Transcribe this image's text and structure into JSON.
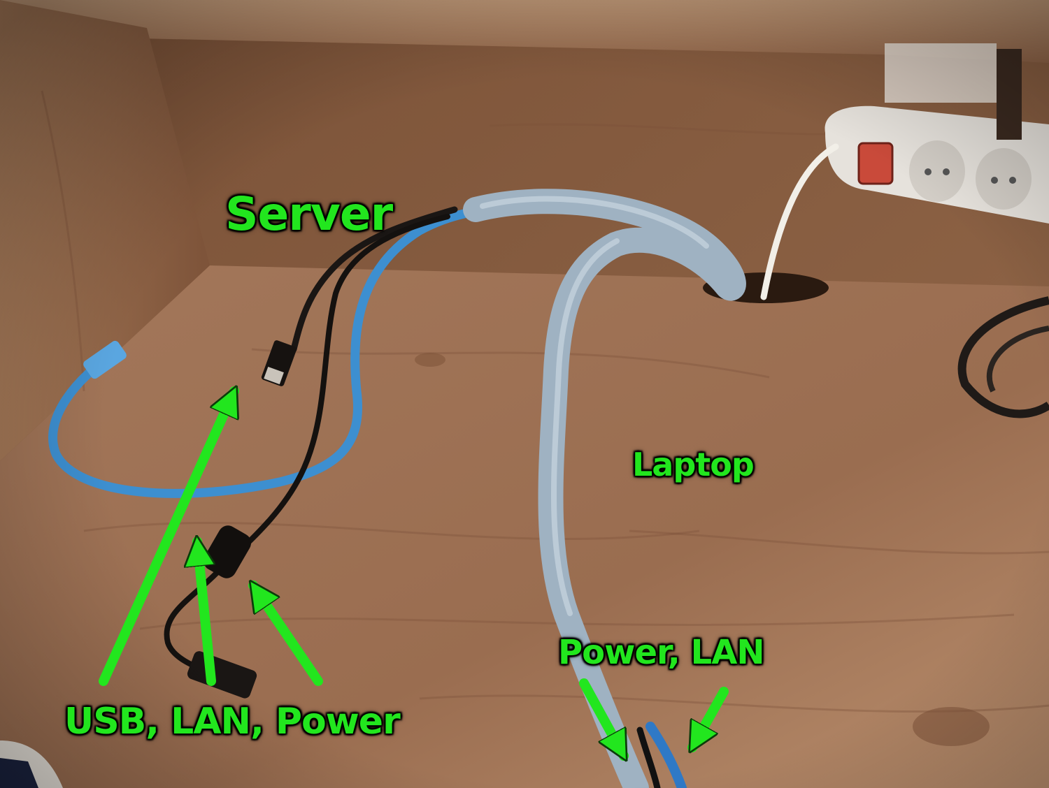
{
  "annotations": {
    "server": "Server",
    "laptop": "Laptop",
    "laptop_cables": "Power, LAN",
    "server_cables": "USB, LAN, Power"
  },
  "colors": {
    "annotation_green": "#22e61e",
    "wood": "#9a6c4c",
    "lan_cable": "#3d8fd0",
    "cable_sleeve": "#9fb2c2",
    "power_strip": "#e6e2dc"
  }
}
